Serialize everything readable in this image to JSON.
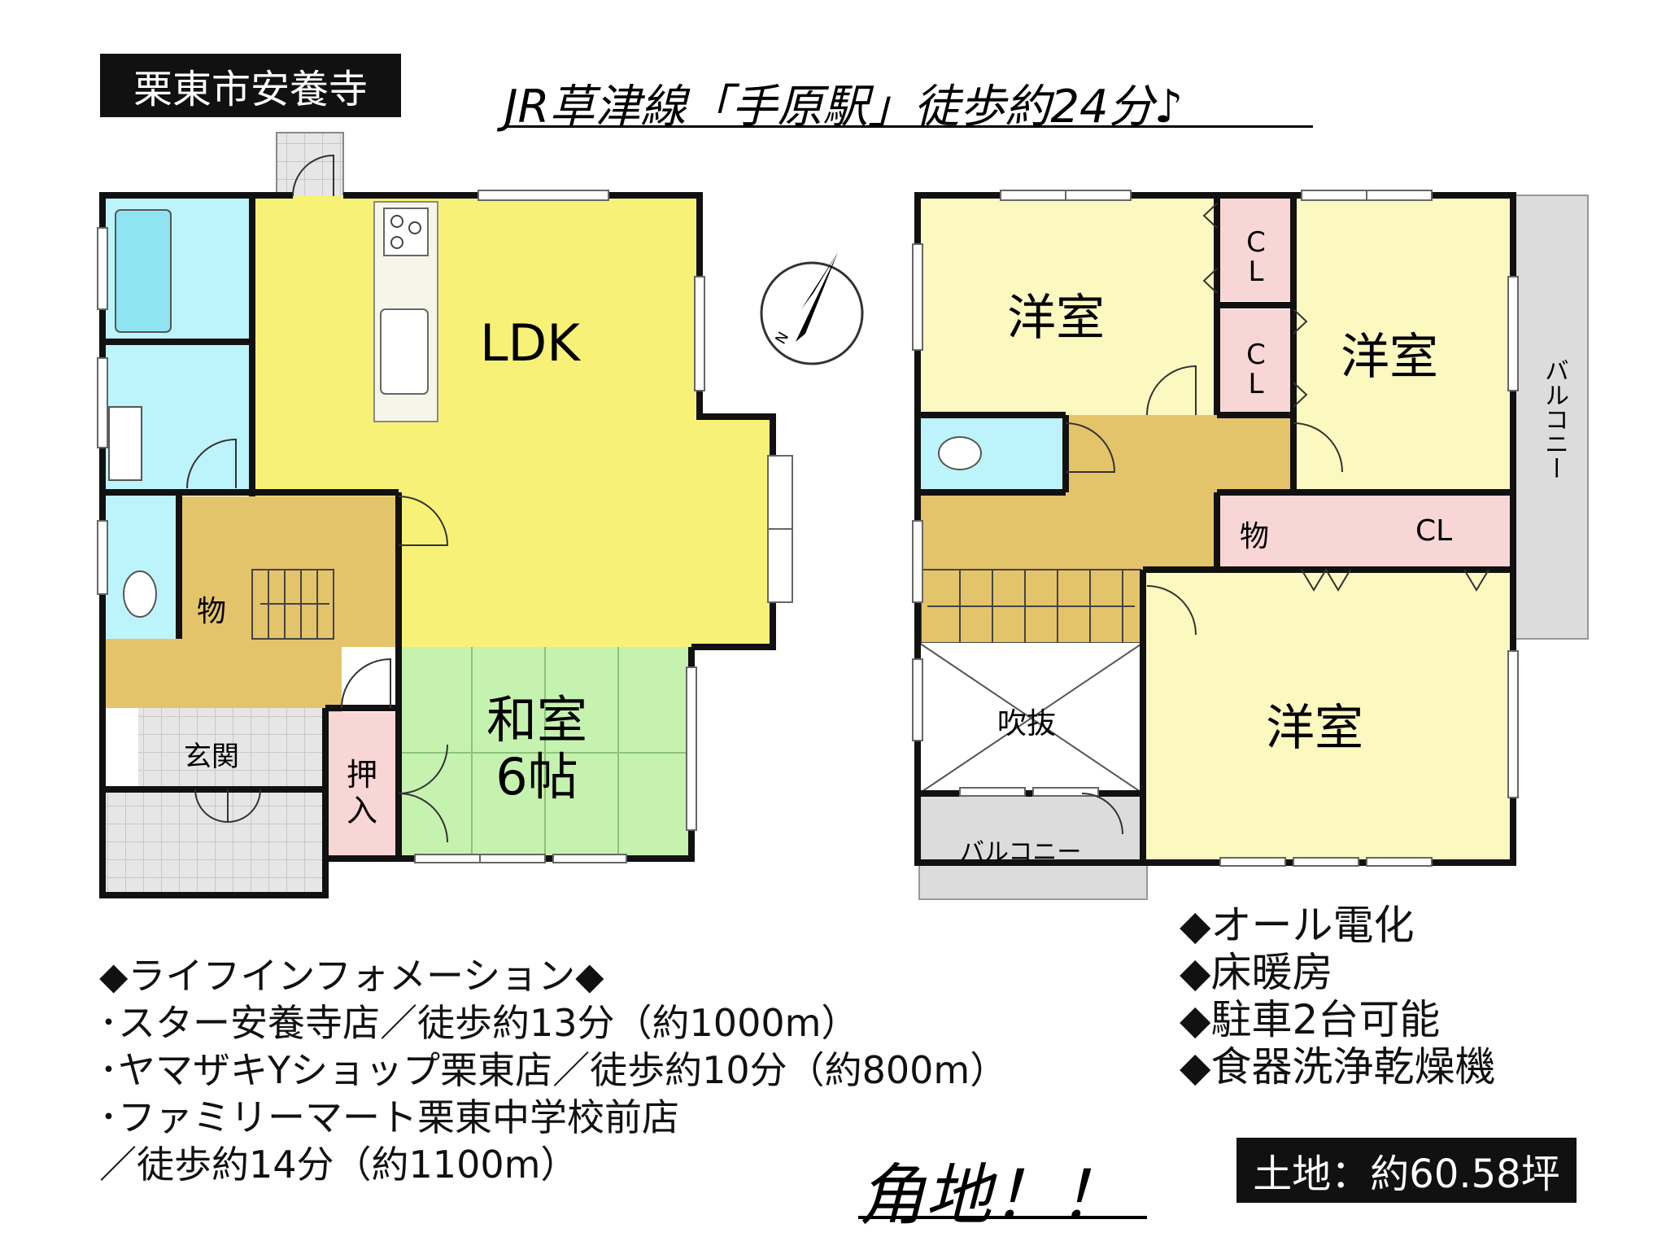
{
  "header": {
    "location": "栗東市安養寺",
    "access": "JR草津線「手原駅」徒歩約24分♪"
  },
  "first_floor": {
    "ldk": "LDK",
    "washitsu_line1": "和室",
    "washitsu_line2": "6帖",
    "storage": "物",
    "genkan": "玄関",
    "oshiire_line1": "押",
    "oshiire_line2": "入"
  },
  "second_floor": {
    "room_nw": "洋室",
    "room_ne": "洋室",
    "room_s": "洋室",
    "cl1": "CL",
    "cl2": "CL",
    "cl3": "CL",
    "storage": "物",
    "fukinuke": "吹抜",
    "balcony_south": "バルコニー",
    "balcony_east": "バルコニー"
  },
  "features": [
    "◆オール電化",
    "◆床暖房",
    "◆駐車2台可能",
    "◆食器洗浄乾燥機"
  ],
  "life_info": {
    "title": "◆ライフインフォメーション◆",
    "lines": [
      "･スター安養寺店／徒歩約13分（約1000m）",
      "･ヤマザキYショップ栗東店／徒歩約10分（約800m）",
      "･ファミリーマート栗東中学校前店",
      "／徒歩約14分（約1100m）"
    ]
  },
  "corner": "角地！！",
  "land": "土地：約60.58坪",
  "compass": {
    "label": "N"
  },
  "colors": {
    "ldk": "#f8f178",
    "washitsu": "#c6f2b0",
    "wet": "#bdf4fb",
    "hall": "#e4c46a",
    "storage": "#f9d6d6",
    "western": "#fbf8c0",
    "balcony": "#dcdcdc",
    "genkan": "#e4e4e4"
  }
}
